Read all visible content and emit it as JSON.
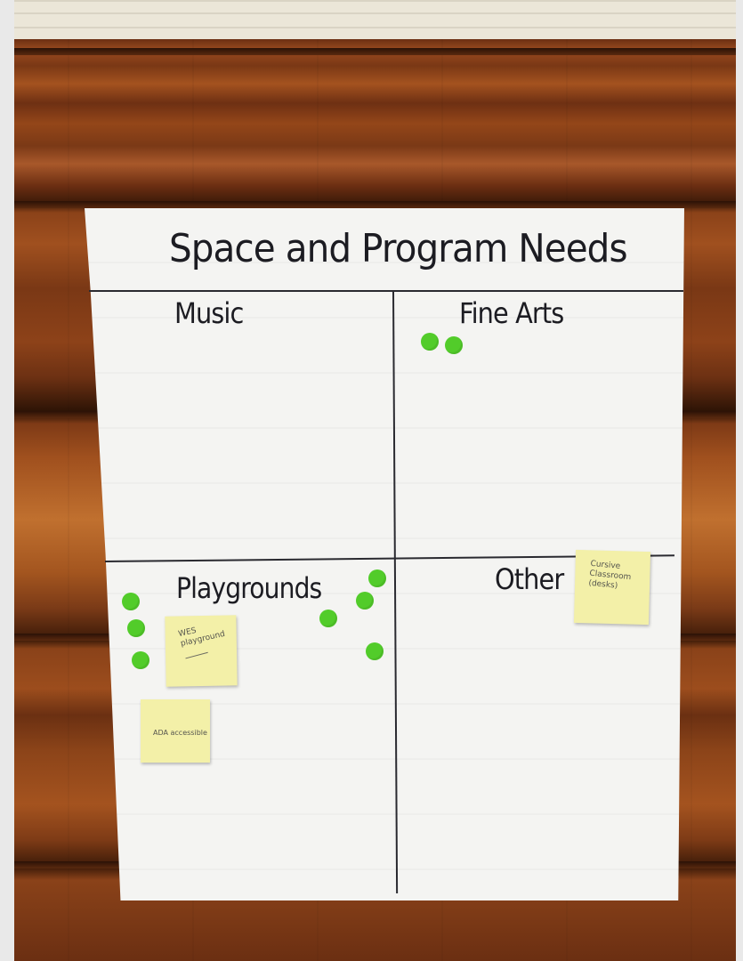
{
  "poster": {
    "title": "Space and Program Needs",
    "quadrants": {
      "top_left": "Music",
      "top_right": "Fine Arts",
      "bottom_left": "Playgrounds",
      "bottom_right": "Other"
    }
  },
  "sticky_notes": {
    "wes": [
      "WES",
      "playground"
    ],
    "ada": "ADA accessible",
    "other": [
      "Cursive",
      "Classroom",
      "(desks)"
    ]
  },
  "dot_votes": {
    "music": 0,
    "fine_arts": 2,
    "playgrounds": 7,
    "other": 0
  },
  "colors": {
    "dot": "#52cc2a",
    "sticky": "#f3f0a8",
    "paper": "#f4f4f2",
    "marker": "#1c1c22"
  }
}
